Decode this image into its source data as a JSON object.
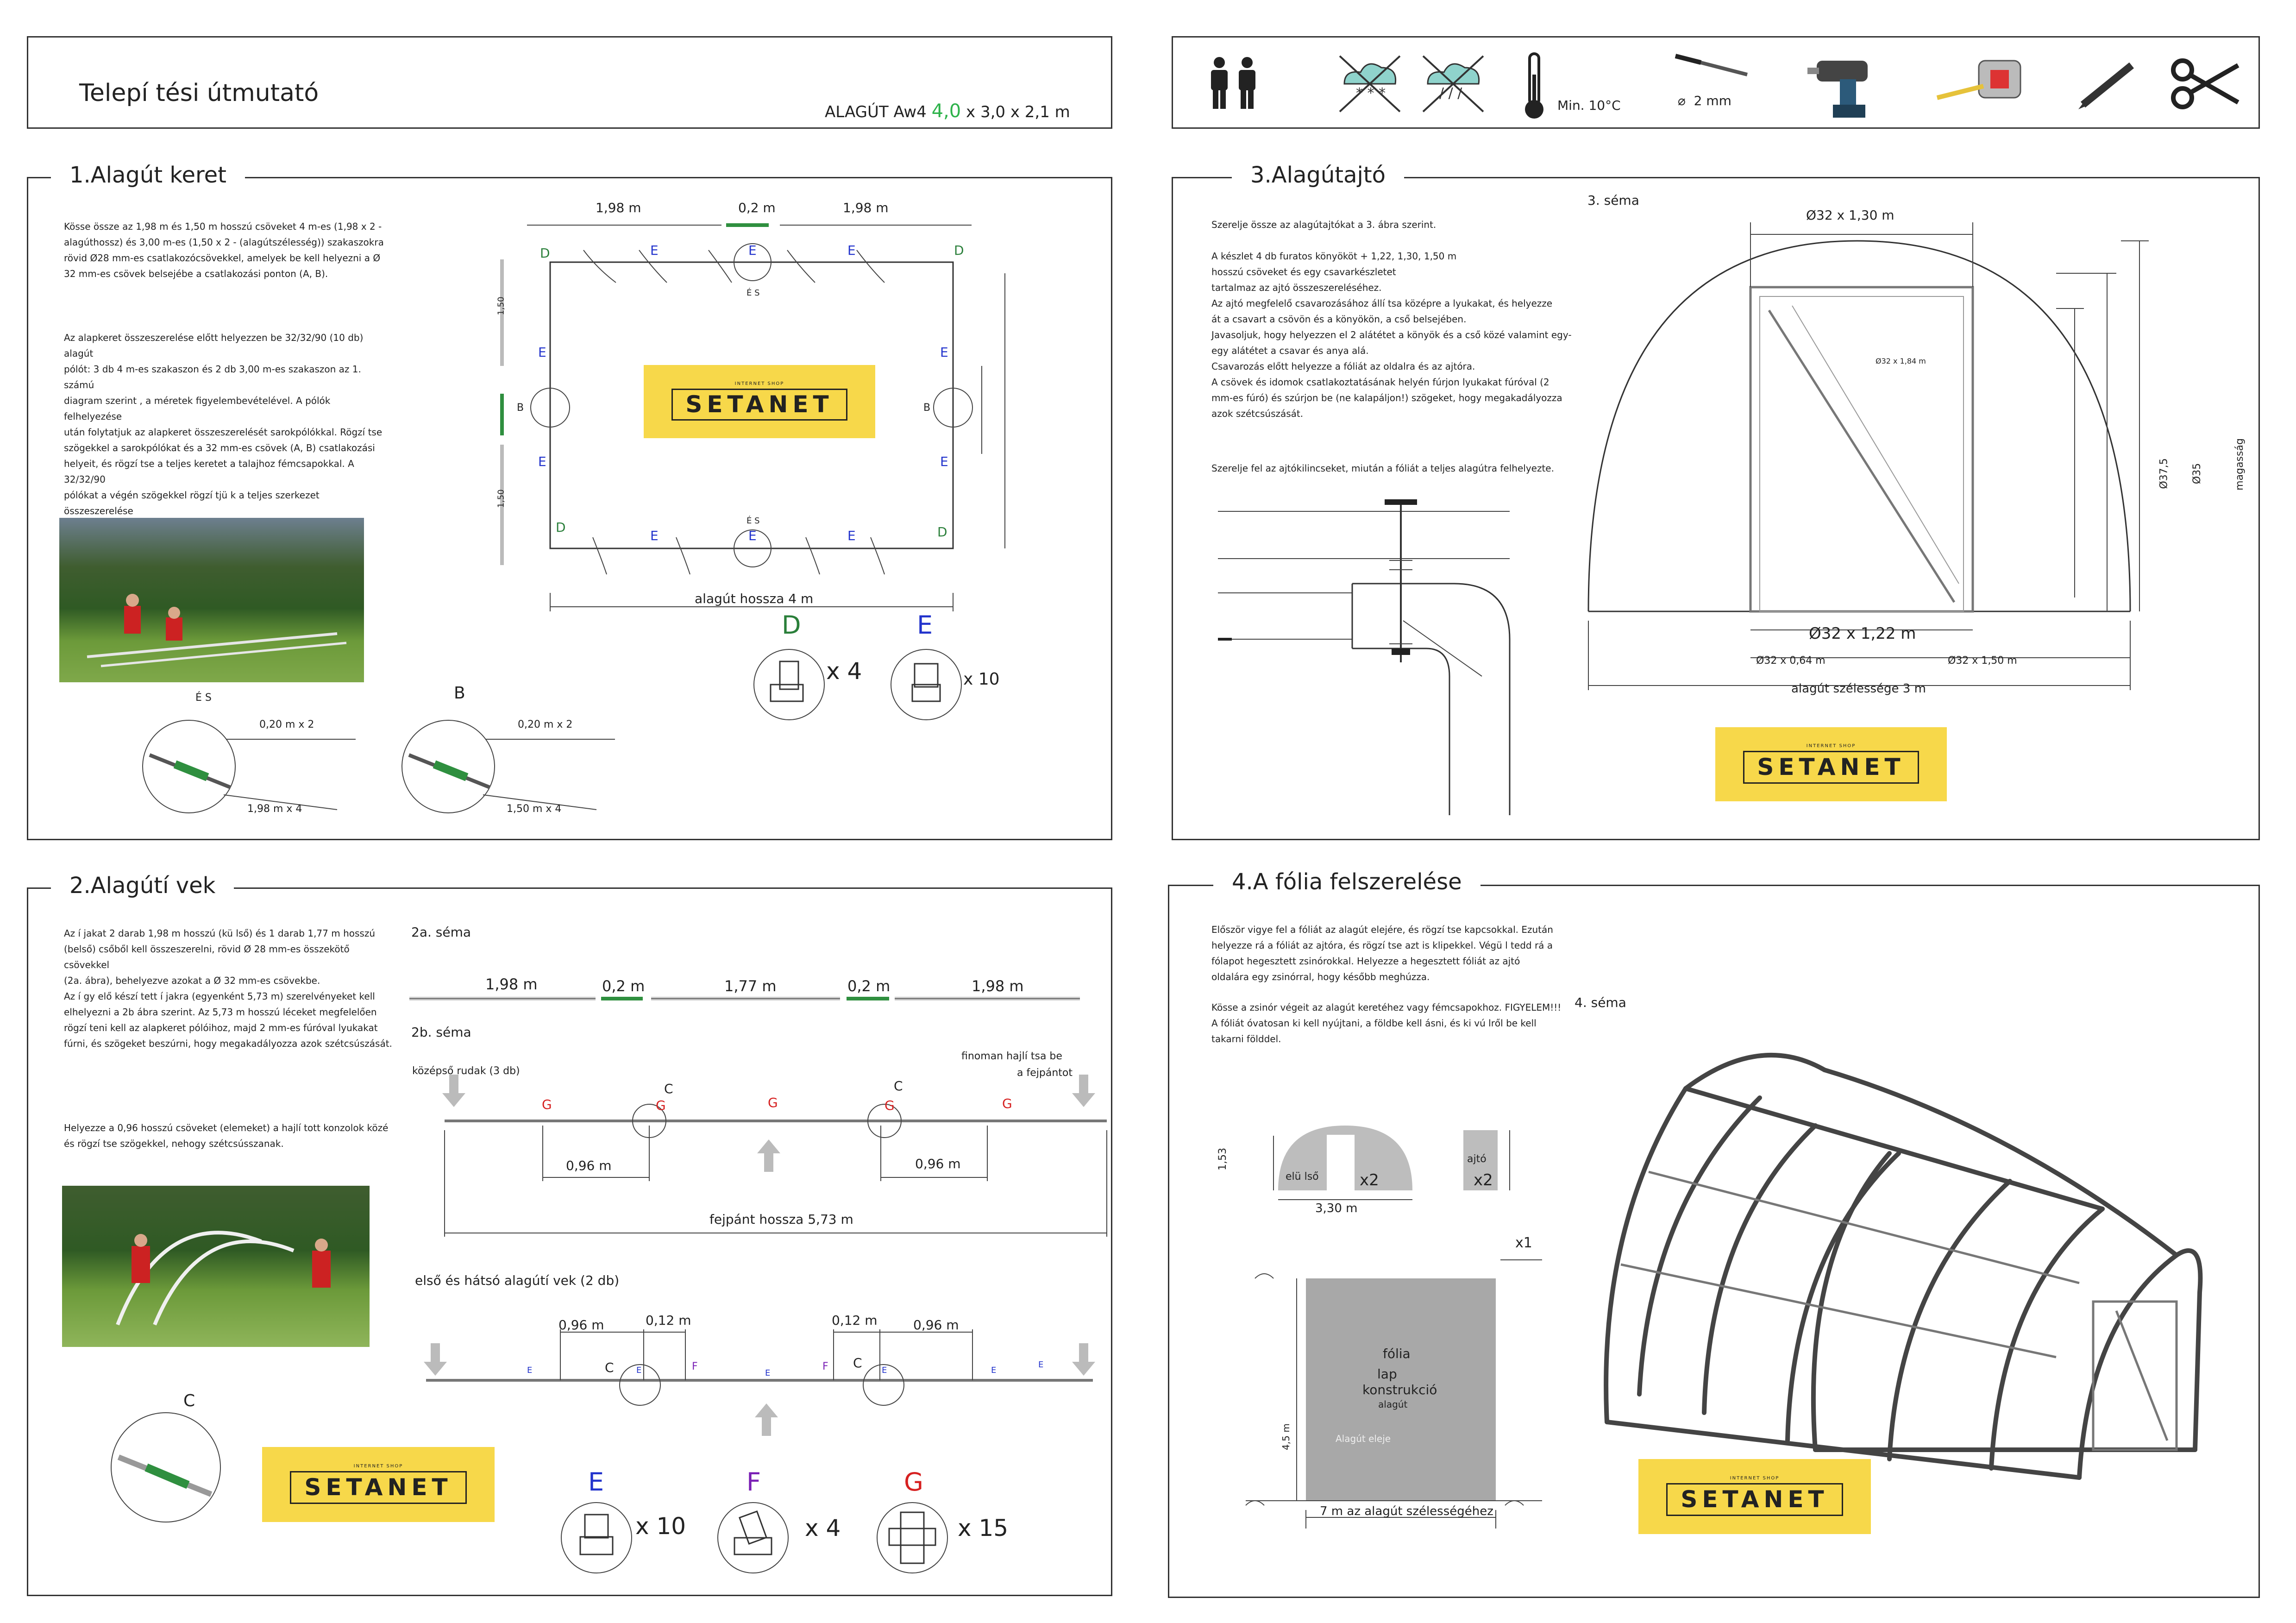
{
  "header": {
    "title": "Telepí tési útmutató",
    "model_prefix": "ALAGÚT Aw4 ",
    "model_accent": "4,0",
    "model_suffix": " x 3,0 x 2,1 m",
    "accent_color": "#2db24a"
  },
  "tools": {
    "temp_label": "Min. 10°C",
    "drill_label": "2 mm",
    "diameter_symbol": "⌀",
    "icons": [
      "people-icon",
      "no-snow-icon",
      "no-rain-icon",
      "thermometer-icon",
      "drill-bit-icon",
      "drill-icon",
      "tape-measure-icon",
      "pencil-icon",
      "scissors-icon"
    ]
  },
  "logo": {
    "text": "SETANET",
    "tagline": "INTERNET SHOP",
    "color": "#f7d84a"
  },
  "s1": {
    "title": "1.Alagút keret",
    "p1": "Kösse össze az 1,98 m és 1,50 m hosszú csöveket 4 m-es (1,98 x 2 -\nalagúthossz) és 3,00 m-es (1,50 x 2 - (alagútszélesség)) szakaszokra\nrövid Ø28 mm-es csatlakozócsövekkel, amelyek be kell helyezni a Ø\n32 mm-es csövek belsejébe a csatlakozási ponton (A, B).",
    "p2": "Az alapkeret összeszerelése előtt helyezzen be 32/32/90 (10 db) alagút\npólót: 3 db 4 m-es szakaszon és 2 db 3,00 m-es szakaszon az 1. számú\ndiagram szerint , a méretek figyelembevételével. A pólók felhelyezése\nután folytatjuk az alapkeret összeszerelését sarokpólókkal. Rögzí tse\nszögekkel a sarokpólókat és a 32 mm-es csövek (A, B) csatlakozási\nhelyeit, és rögzí tse a teljes keretet a talajhoz fémcsapokkal. A 32/32/90\npólókat a végén szögekkel rögzí tjü k a teljes szerkezet összeszerelése\nután.",
    "dim_198a": "1,98 m",
    "dim_02": "0,2 m",
    "dim_198b": "1,98 m",
    "tunnel_len": "alagút hossza 4 m",
    "letter_d": "D",
    "letter_e": "E",
    "letter_b": "B",
    "letter_es": "É S",
    "d_count": "x 4",
    "e_count": "x 10",
    "side_dim": "1,50",
    "circle1_label": "É S",
    "circle1_top": "0,20 m x 2",
    "circle1_bottom": "1,98 m x 4",
    "circle2_label": "B",
    "circle2_top": "0,20 m x 2",
    "circle2_bottom": "1,50 m x 4",
    "color_d": "#2a7f3a",
    "color_e": "#2233cc"
  },
  "s2": {
    "title": "2.Alagútí vek",
    "p1": "Az í jakat 2 darab 1,98 m hosszú (kü lső) és 1 darab 1,77 m hosszú\n(belső) csőből kell összeszerelni, rövid Ø 28 mm-es összekötő csövekkel\n(2a. ábra), behelyezve azokat a Ø 32 mm-es csövekbe.\nAz í gy elő készí tett í jakra (egyenként 5,73 m) szerelvényeket kell\nelhelyezni a 2b ábra szerint. Az 5,73 m hosszú léceket megfelelően\nrögzí teni kell az alapkeret pólóihoz, majd 2 mm-es fúróval lyukakat\nfúrni, és szögeket beszúrni, hogy megakadályozza azok szétcsúszását.",
    "p2": "Helyezze a 0,96 hosszú csöveket (elemeket) a hajlí tott konzolok közé\nés rögzí tse szögekkel, nehogy szétcsússzanak.",
    "diag_2a": "2a. séma",
    "diag_2b": "2b. séma",
    "seg": [
      "1,98 m",
      "0,2 m",
      "1,77 m",
      "0,2 m",
      "1,98 m"
    ],
    "middle_rods": "középső rudak (3 db)",
    "gentle_bend_1": "finoman hajlí tsa be",
    "gentle_bend_2": "a fejpántot",
    "dim_096": "0,96 m",
    "dim_012": "0,12 m",
    "headband": "fejpánt hossza 5,73 m",
    "front_back": "első és hátsó alagútí vek (2 db)",
    "letter_c": "C",
    "letter_e": "E",
    "letter_f": "F",
    "letter_g": "G",
    "e_count": "x 10",
    "f_count": "x 4",
    "g_count": "x 15",
    "color_f": "#7a1fb5",
    "color_g": "#d62020"
  },
  "s3": {
    "title": "3.Alagútajtó",
    "diag": "3. séma",
    "p1": "Szerelje össze az alagútajtókat a 3. ábra szerint.\n\nA készlet 4 db furatos könyököt + 1,22, 1,30, 1,50 m\nhosszú csöveket és egy csavarkészletet\ntartalmaz az ajtó összeszereléséhez.\nAz ajtó megfelelő csavarozásához állí tsa középre a lyukakat, és helyezze\nát a csavart a csövön és a könyökön, a cső belsejében.\nJavasoljuk, hogy helyezzen el 2 alátétet a könyök és a cső közé valamint egy-\negy alátétet a csavar és anya alá.\nCsavarozás előtt helyezze a fóliát az oldalra és az ajtóra.\nA csövek és idomok csatlakoztatásának helyén fúrjon lyukakat fúróval (2\nmm-es fúró) és szúrjon be (ne kalapáljon!) szögeket, hogy megakadályozza\nazok szétcsúszását.",
    "p2": "Szerelje fel az ajtókilincseket, miután a fóliát a teljes alagútra felhelyezte.",
    "dim_top": "Ø32 x 1,30 m",
    "dim_diag": "Ø32 x 1,84 m",
    "dim_mid": "Ø32 x 1,22 m",
    "dim_064": "Ø32 x 0,64 m",
    "dim_150": "Ø32 x 1,50 m",
    "width": "alagút szélessége 3 m",
    "v1": "Ø37,5",
    "v2": "Ø35",
    "v3": "magasság"
  },
  "s4": {
    "title": "4.A fólia felszerelése",
    "diag": "4. séma",
    "p1": "Először vigye fel a fóliát az alagút elejére, és rögzí tse kapcsokkal. Ezután\nhelyezze rá a fóliát az ajtóra, és rögzí tse azt is klipekkel. Végü l tedd rá a\nfólapot hegesztett zsinórokkal. Helyezze a hegesztett fóliát az ajtó\noldalára egy zsinórral, hogy később meghúzza.",
    "p2": "Kösse a zsinór végeit az alagút keretéhez vagy fémcsapokhoz. FIGYELEM!!!\nA fóliát óvatosan ki kell nyújtani, a földbe kell ásni, és ki vú lről be kell\ntakarni földdel.",
    "front_label": "elü lső",
    "front_x": "x2",
    "front_w": "3,30 m",
    "front_h": "1,53",
    "door_label": "ajtó",
    "door_x": "x2",
    "sheet_x": "x1",
    "sheet_l1": "fólia",
    "sheet_l2": "lap",
    "sheet_l3": "konstrukció",
    "sheet_l4": "alagút",
    "sheet_l5": "Alagút eleje",
    "sheet_w": "7 m az alagút szélességéhez",
    "sheet_h": "4,5 m"
  }
}
